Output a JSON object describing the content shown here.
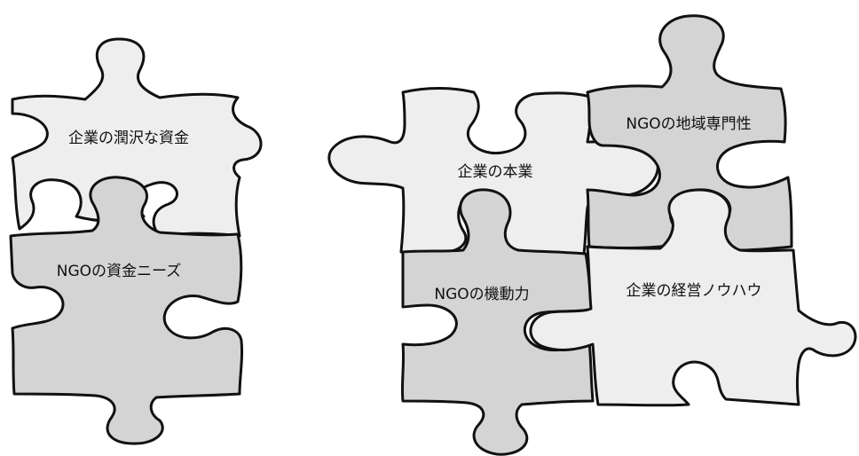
{
  "colors": {
    "piece_light": "#eeeeee",
    "piece_dark": "#d4d4d4",
    "outline": "#111111",
    "background": "#ffffff"
  },
  "left_group": {
    "corporate_funds": "企業の潤沢な資金",
    "ngo_funding_needs": "NGOの資金ニーズ"
  },
  "right_group": {
    "corporate_core_business": "企業の本業",
    "ngo_regional_expertise": "NGOの地域専門性",
    "ngo_agility": "NGOの機動力",
    "corporate_management_knowhow": "企業の経営ノウハウ"
  }
}
